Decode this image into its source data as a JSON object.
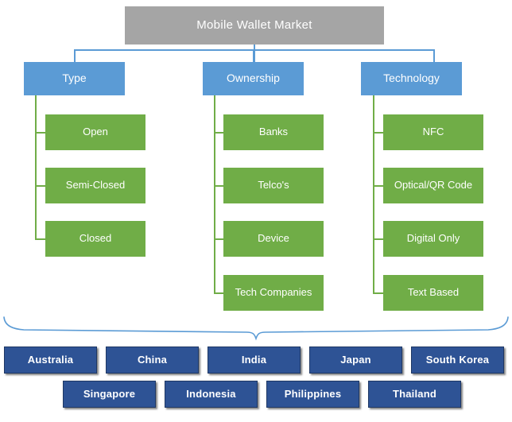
{
  "diagram": {
    "title": "Mobile Wallet Market",
    "type": "hierarchy-tree-with-country-list",
    "colors": {
      "root": "#A5A5A5",
      "category": "#5B9BD5",
      "leaf": "#70AD47",
      "country": "#2E5395",
      "country_border": "#1F3864",
      "connector_blue": "#5B9BD5",
      "connector_green": "#70AD47",
      "brace": "#5B9BD5",
      "background": "#FFFFFF",
      "text": "#FFFFFF"
    },
    "root": {
      "label": "Mobile Wallet Market"
    },
    "branches": [
      {
        "label": "Type",
        "children": [
          {
            "label": "Open"
          },
          {
            "label": "Semi-Closed"
          },
          {
            "label": "Closed"
          }
        ]
      },
      {
        "label": "Ownership",
        "children": [
          {
            "label": "Banks"
          },
          {
            "label": "Telco's"
          },
          {
            "label": "Device"
          },
          {
            "label": "Tech Companies"
          }
        ]
      },
      {
        "label": "Technology",
        "children": [
          {
            "label": "NFC"
          },
          {
            "label": "Optical/QR Code"
          },
          {
            "label": "Digital Only"
          },
          {
            "label": "Text Based"
          }
        ]
      }
    ],
    "countries": {
      "row1": [
        {
          "label": "Australia"
        },
        {
          "label": "China"
        },
        {
          "label": "India"
        },
        {
          "label": "Japan"
        },
        {
          "label": "South Korea"
        }
      ],
      "row2": [
        {
          "label": "Singapore"
        },
        {
          "label": "Indonesia"
        },
        {
          "label": "Philippines"
        },
        {
          "label": "Thailand"
        }
      ]
    }
  }
}
